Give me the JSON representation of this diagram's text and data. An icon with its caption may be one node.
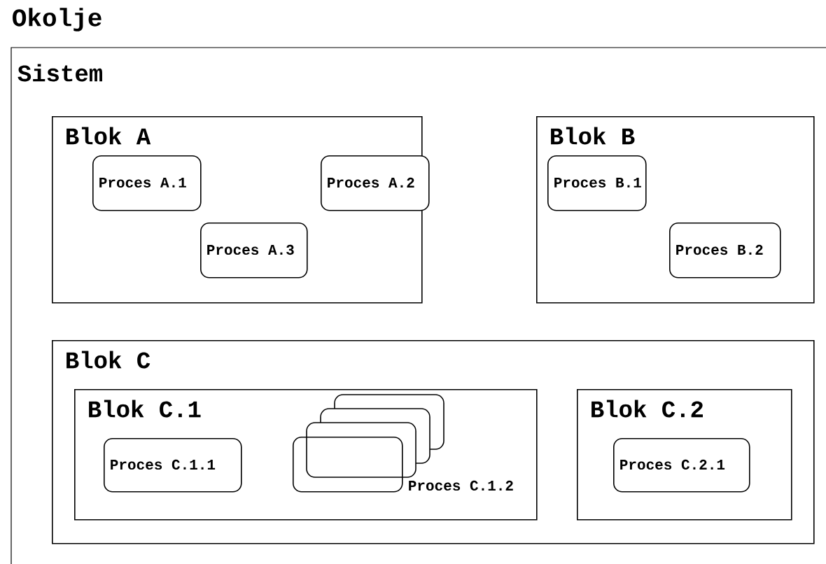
{
  "diagram": {
    "nodes": [
      {
        "text": [
          "Sistem"
        ]
      },
      {
        "text": [
          "Blok A"
        ],
        "in": 0
      },
      {
        "text": [
          "Proces A.1"
        ],
        "in": 1
      },
      {
        "text": [
          "Proces A.2"
        ],
        "in": 1
      },
      {
        "text": [
          "Proces A.3"
        ],
        "in": 1
      },
      {
        "text": [
          "Blok B"
        ],
        "in": 0
      },
      {
        "text": [
          "Proces B.1"
        ],
        "in": 5
      },
      {
        "text": [
          "Proces B.2"
        ],
        "in": 5
      },
      {
        "text": [
          "Blok C"
        ],
        "in": 0
      },
      {
        "text": [
          "Blok C.1"
        ],
        "in": 8
      },
      {
        "text": [
          "Proces C.1.1"
        ],
        "in": 9
      },
      {
        "text": [
          "Proces C.1.2"
        ],
        "in": 9
      },
      {
        "text": [
          "Blok C.2"
        ],
        "in": 8
      },
      {
        "text": [
          "Proces C.2.1"
        ],
        "in": 12
      }
    ],
    "edges": [],
    "labels": [
      "Okolje"
    ]
  }
}
